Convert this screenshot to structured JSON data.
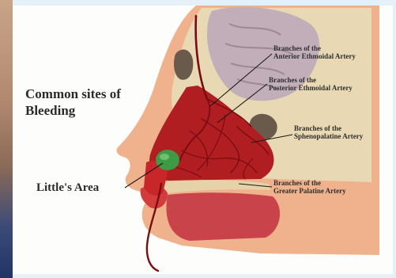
{
  "diagram": {
    "heading": "Common sites of Bleeding",
    "little_area_label": "Little's Area",
    "artery_labels": [
      "Branches of the\nAnterior Ethmoidal Artery",
      "Branches of the\nPosterior Ethmoidal Artery",
      "Branches of the\nSphenopalatine Artery",
      "Branches of the\nGreater Palatine Artery"
    ],
    "colors": {
      "mucosa": "#b01e22",
      "artery": "#7a0c10",
      "skin": "#efb28c",
      "bone": "#e8d8b4",
      "brain": "#c2aeb9",
      "little_area": "#3f9a45"
    }
  }
}
